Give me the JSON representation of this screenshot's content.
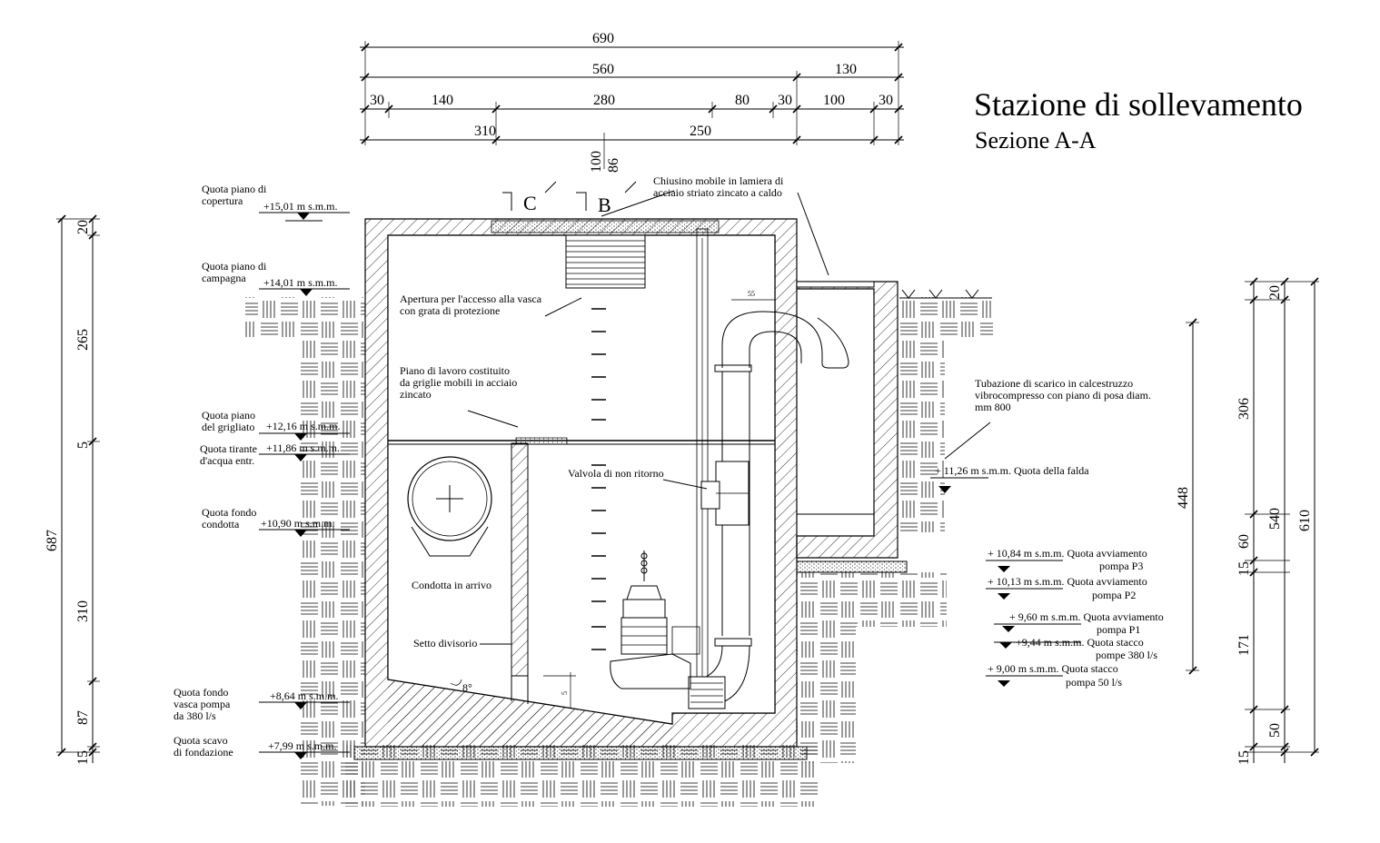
{
  "title": "Stazione di sollevamento",
  "subtitle": "Sezione  A-A",
  "dims": {
    "top": {
      "total": "690",
      "main": "560",
      "right": "130",
      "row3": [
        "30",
        "140",
        "280",
        "80",
        "30",
        "100",
        "30"
      ],
      "row4": [
        "310",
        "250"
      ],
      "vert_a": "100",
      "vert_b": "86"
    },
    "left": {
      "outer": "687",
      "parts": [
        "20",
        "265",
        "5",
        "310",
        "87",
        "15"
      ]
    },
    "right": {
      "a": "448",
      "b_parts": [
        "20",
        "306",
        "60",
        "15",
        "171",
        "50",
        "15"
      ],
      "c": "540",
      "d": "610"
    }
  },
  "sections": [
    "C",
    "B"
  ],
  "levels": [
    {
      "label": "Quota piano di\ncopertura",
      "value": "+15,01  m s.m.m."
    },
    {
      "label": "Quota piano di\ncampagna",
      "value": "+14,01  m s.m.m."
    },
    {
      "label": "Quota piano\ndel grigliato",
      "value": "+12,16 m s.m.m."
    },
    {
      "label": "Quota tirante\nd'acqua entr.",
      "value": "+11,86 m s.m.m."
    },
    {
      "label": "Quota fondo\ncondotta",
      "value": "+10,90 m s.m.m."
    },
    {
      "label": "Quota fondo\nvasca pompa\nda 380 l/s",
      "value": "+8,64   m s.m.m."
    },
    {
      "label": "Quota scavo\ndi fondazione",
      "value": "+7,99   m s.m.m."
    }
  ],
  "right_levels": [
    {
      "value": "+ 11,26 m s.m.m. Quota della falda"
    },
    {
      "value": "+ 10,84 m s.m.m. Quota avviamento",
      "sub": "pompa P3"
    },
    {
      "value": "+ 10,13 m s.m.m. Quota avviamento",
      "sub": "pompa P2"
    },
    {
      "value": "+ 9,60  m  s.m.m. Quota avviamento",
      "sub": "pompa P1"
    },
    {
      "value": "+9,44 m s.m.m. Quota stacco",
      "sub": "pompe 380 l/s"
    },
    {
      "value": "+ 9,00  m  s.m.m. Quota stacco",
      "sub": "pompa 50 l/s"
    }
  ],
  "notes": {
    "chiusino": "Chiusino mobile in lamiera di\nacciaio striato zincato a caldo",
    "apertura": "Apertura per l'accesso alla vasca\ncon grata di protezione",
    "piano": "Piano di lavoro costituito\nda griglie mobili in acciaio\nzincato",
    "tubazione": "Tubazione di scarico in calcestruzzo\nvibrocompresso con piano di posa diam.\nmm 800",
    "valvola": "Valvola di non ritorno",
    "condotta": "Condotta in arrivo",
    "setto": "Setto divisorio",
    "angle": "8°",
    "small_dim": "55",
    "small_dim2": "5"
  }
}
